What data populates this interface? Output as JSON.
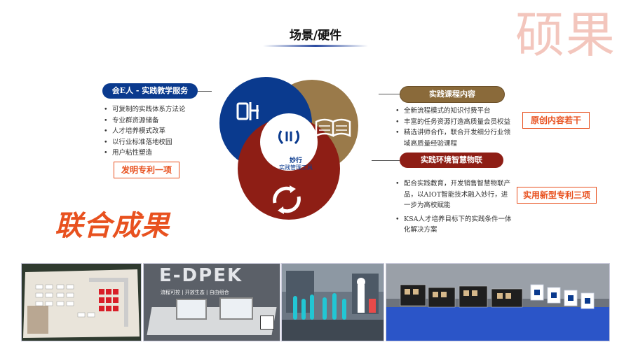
{
  "watermark": "硕果",
  "header": {
    "title": "场景/硬件"
  },
  "headline": "联合成果",
  "left": {
    "pill": "会E人 - 实践教学服务",
    "items": [
      "可复制的实践体系方法论",
      "专业群资源储备",
      "人才培养模式改革",
      "以行业标准落地校园",
      "用户粘性塑造"
    ],
    "result": "发明专利一项"
  },
  "right_top": {
    "pill": "实践课程内容",
    "items": [
      "全新流程模式的知识付费平台",
      "丰富的任务资源打造高质量会员权益",
      "精选讲师合作，联合开发细分行业领域高质量经验课程"
    ],
    "result": "原创内容若干"
  },
  "right_bottom": {
    "pill": "实践环境智慧物联",
    "items": [
      "配合实践教育，开发销售智慧物联产品，以AIOT智能技术融入妙行，进一步为高校赋能",
      "KSA人才培养目标下的实践条件一体化解决方案"
    ],
    "result": "实用新型专利三项"
  },
  "center": {
    "logo_text": "妙行",
    "subtitle": "实践管理工具"
  },
  "photos": {
    "p2": {
      "banner": "E-DPEK",
      "tagline": "流程可控 | 开放生态 | 自由组合"
    }
  },
  "colors": {
    "blue": "#0a3a8e",
    "gold": "#9a7a4a",
    "red": "#8e1e15",
    "accent": "#e8511f"
  }
}
